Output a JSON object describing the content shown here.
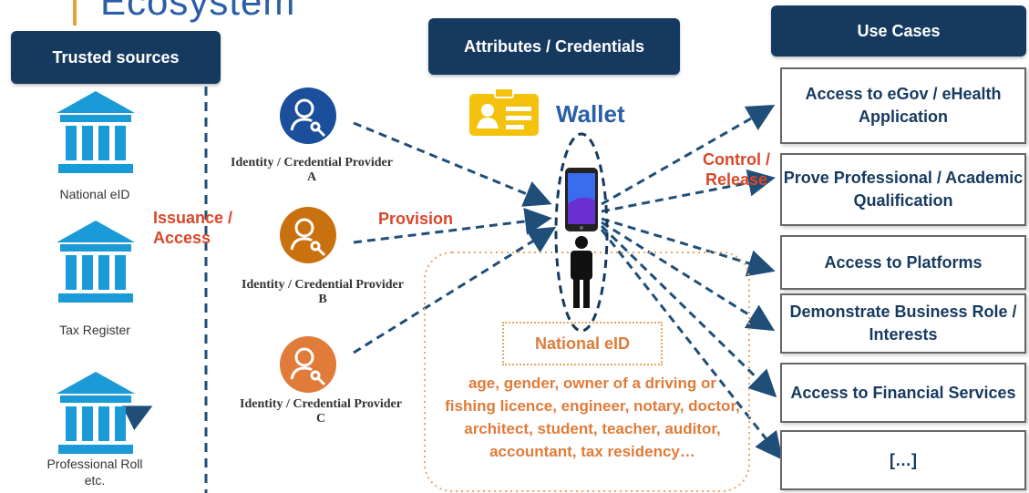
{
  "title_partial": "Ecosystem",
  "headers": {
    "trusted_sources": "Trusted sources",
    "attributes": "Attributes / Credentials",
    "use_cases": "Use Cases"
  },
  "sources": [
    {
      "label": "National eID",
      "icon": "bank-icon"
    },
    {
      "label": "Tax Register",
      "icon": "bank-icon"
    },
    {
      "label": "Professional Roll etc.",
      "icon": "bank-icon"
    }
  ],
  "providers": [
    {
      "label": "Identity  / Credential Provider A",
      "color": "#1b4f9c"
    },
    {
      "label": "Identity  / Credential Provider B",
      "color": "#c9710f"
    },
    {
      "label": "Identity  / Credential Provider C",
      "color": "#e07b39"
    }
  ],
  "labels": {
    "issuance": "Issuance / Access",
    "provision": "Provision",
    "control": "Control / Release",
    "wallet": "Wallet"
  },
  "national_eid": "National eID",
  "attributes_text": "age, gender, owner of a driving or fishing licence, engineer, notary, doctor, architect, student, teacher, auditor, accountant, tax residency…",
  "use_cases": [
    "Access to eGov / eHealth Application",
    "Prove Professional / Academic Qualification",
    "Access to Platforms",
    "Demonstrate Business Role / Interests",
    "Access to Financial Services",
    "[…]"
  ],
  "colors": {
    "navy": "#163a5f",
    "blue": "#1b4f9c",
    "orange": "#e07b39",
    "red": "#d9472b",
    "arrow": "#1f4e79"
  }
}
